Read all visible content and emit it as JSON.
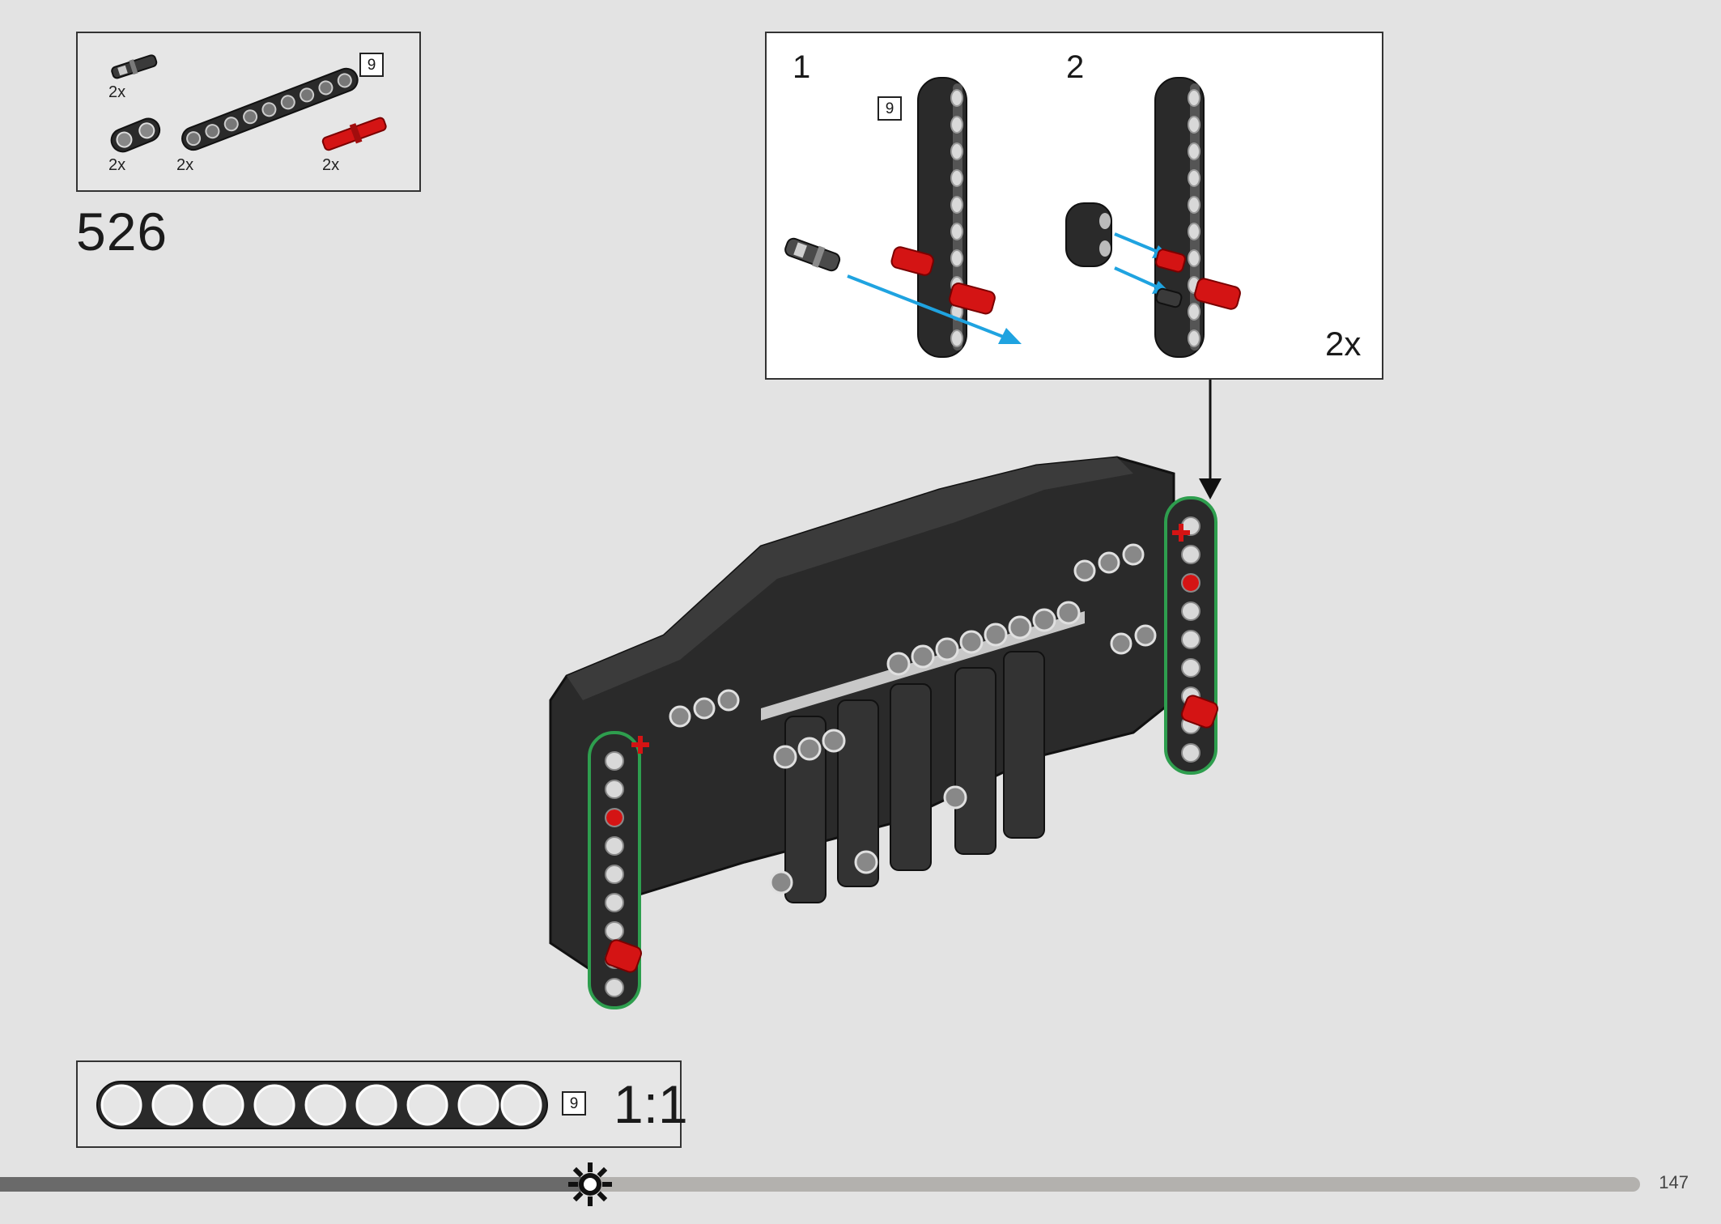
{
  "parts_list": {
    "items": [
      {
        "name": "pin-with-friction",
        "qty": "2x",
        "color": "#2a2a2a"
      },
      {
        "name": "beam-2",
        "qty": "2x",
        "color": "#2a2a2a"
      },
      {
        "name": "beam-9",
        "qty": "2x",
        "color": "#2a2a2a",
        "length": "9"
      },
      {
        "name": "axle-pin",
        "qty": "2x",
        "color": "#d41414"
      }
    ]
  },
  "step": {
    "number": "526"
  },
  "callout": {
    "substeps": [
      "1",
      "2"
    ],
    "beam_length": "9",
    "multiplier": "2x"
  },
  "scale_ruler": {
    "length": "9",
    "label": "1:1"
  },
  "footer": {
    "page_number": "147",
    "progress_fraction": 0.36
  },
  "colors": {
    "beam": "#2a2a2a",
    "accent_red": "#d41414",
    "arrow_blue": "#1fa3e0",
    "highlight_green": "#2e9e4e"
  }
}
